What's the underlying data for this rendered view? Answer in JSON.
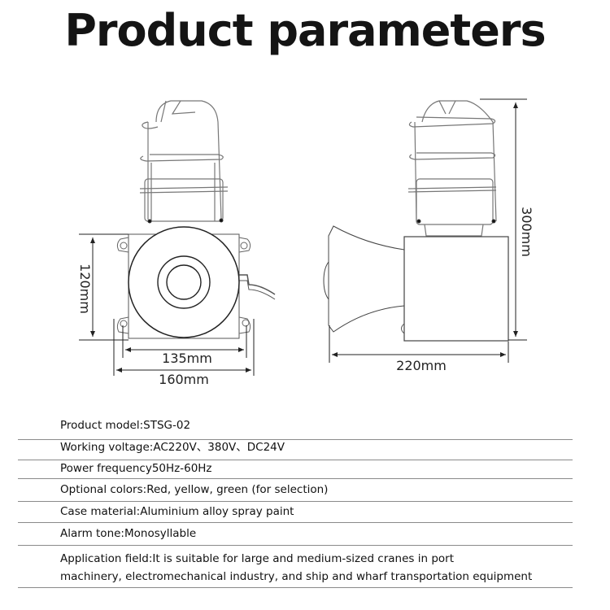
{
  "title": "Product parameters",
  "drawing": {
    "front_view": {
      "height_label": "120mm",
      "inner_width_label": "135mm",
      "outer_width_label": "160mm"
    },
    "side_view": {
      "total_height_label": "300mm",
      "depth_label": "220mm"
    }
  },
  "specs": [
    {
      "text": "Product model:STSG-02"
    },
    {
      "text": "Working voltage:AC220V、380V、DC24V"
    },
    {
      "text": "Power frequency50Hz-60Hz"
    },
    {
      "text": "Optional colors:Red, yellow, green (for selection)"
    },
    {
      "text": "Case material:Aluminium alloy spray paint"
    },
    {
      "text": "Alarm tone:Monosyllable"
    },
    {
      "text": "Application field:It is suitable for large and medium-sized cranes in port",
      "text2": "machinery, electromechanical industry, and ship and  wharf transportation equipment"
    }
  ]
}
